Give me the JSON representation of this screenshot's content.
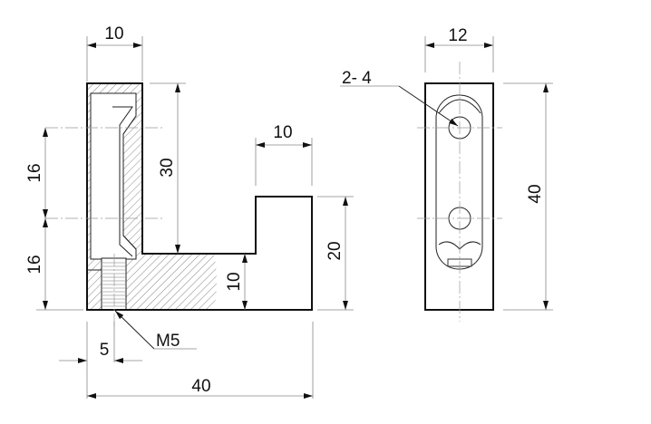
{
  "drawing": {
    "front_view": {
      "width_top": "10",
      "height_upper": "30",
      "step_width": "10",
      "step_height": "20",
      "base_height": "10",
      "hole_spacing_upper": "16",
      "hole_spacing_lower": "16",
      "thread_offset": "5",
      "thread_label": "M5",
      "total_length": "40"
    },
    "side_view": {
      "width": "12",
      "hole_label": "2- 4",
      "height": "40"
    }
  }
}
